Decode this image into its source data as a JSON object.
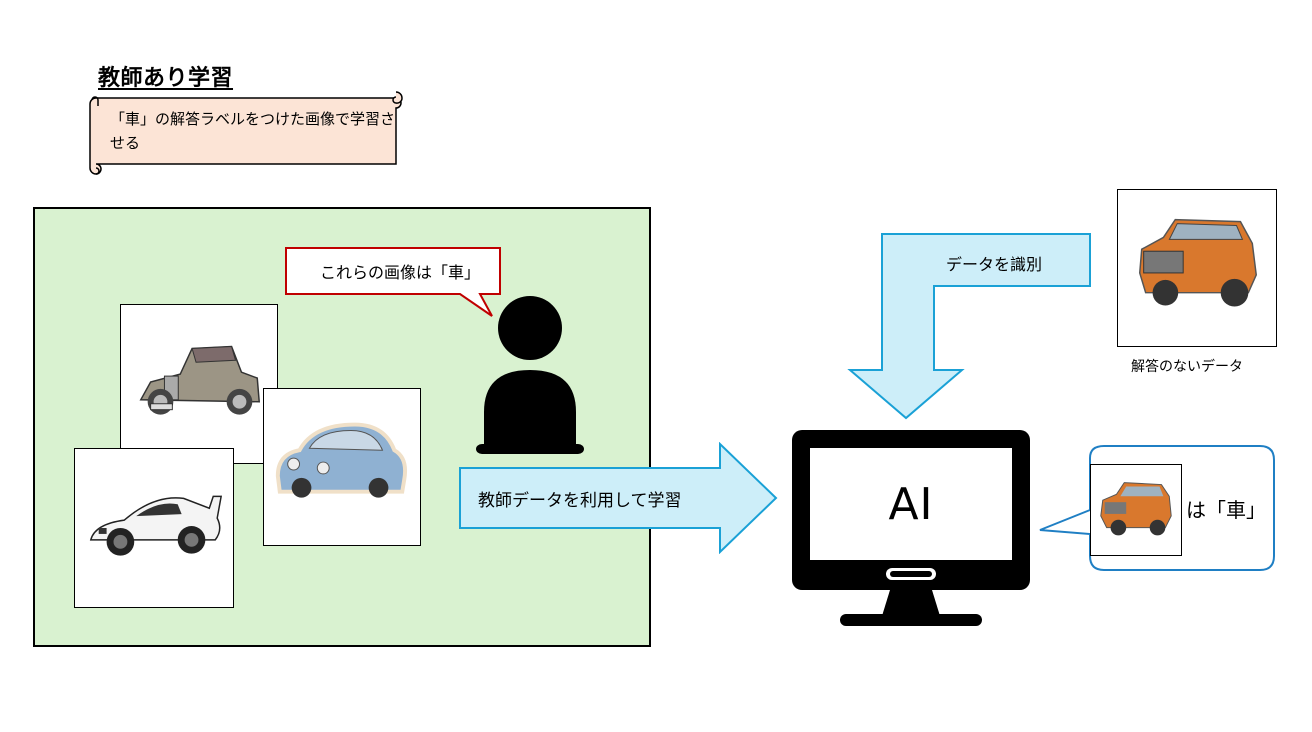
{
  "title": "教師あり学習",
  "scroll_note": "「車」の解答ラベルをつけた画像で学習させる",
  "bubble_text": "これらの画像は「車」",
  "arrow_right_label": "教師データを利用して学習",
  "arrow_down_label": "データを識別",
  "unlabeled_caption": "解答のないデータ",
  "ai_label": "AI",
  "result_text": "は「車」",
  "colors": {
    "panel_green": "#d9f2d0",
    "scroll_fill": "#fce4d6",
    "arrow_fill": "#cdeef9",
    "arrow_stroke": "#1aa1d6",
    "bubble_red": "#c00000",
    "result_blue": "#1f7fc4"
  },
  "icons": [
    "person-silhouette-icon",
    "computer-monitor-icon"
  ]
}
